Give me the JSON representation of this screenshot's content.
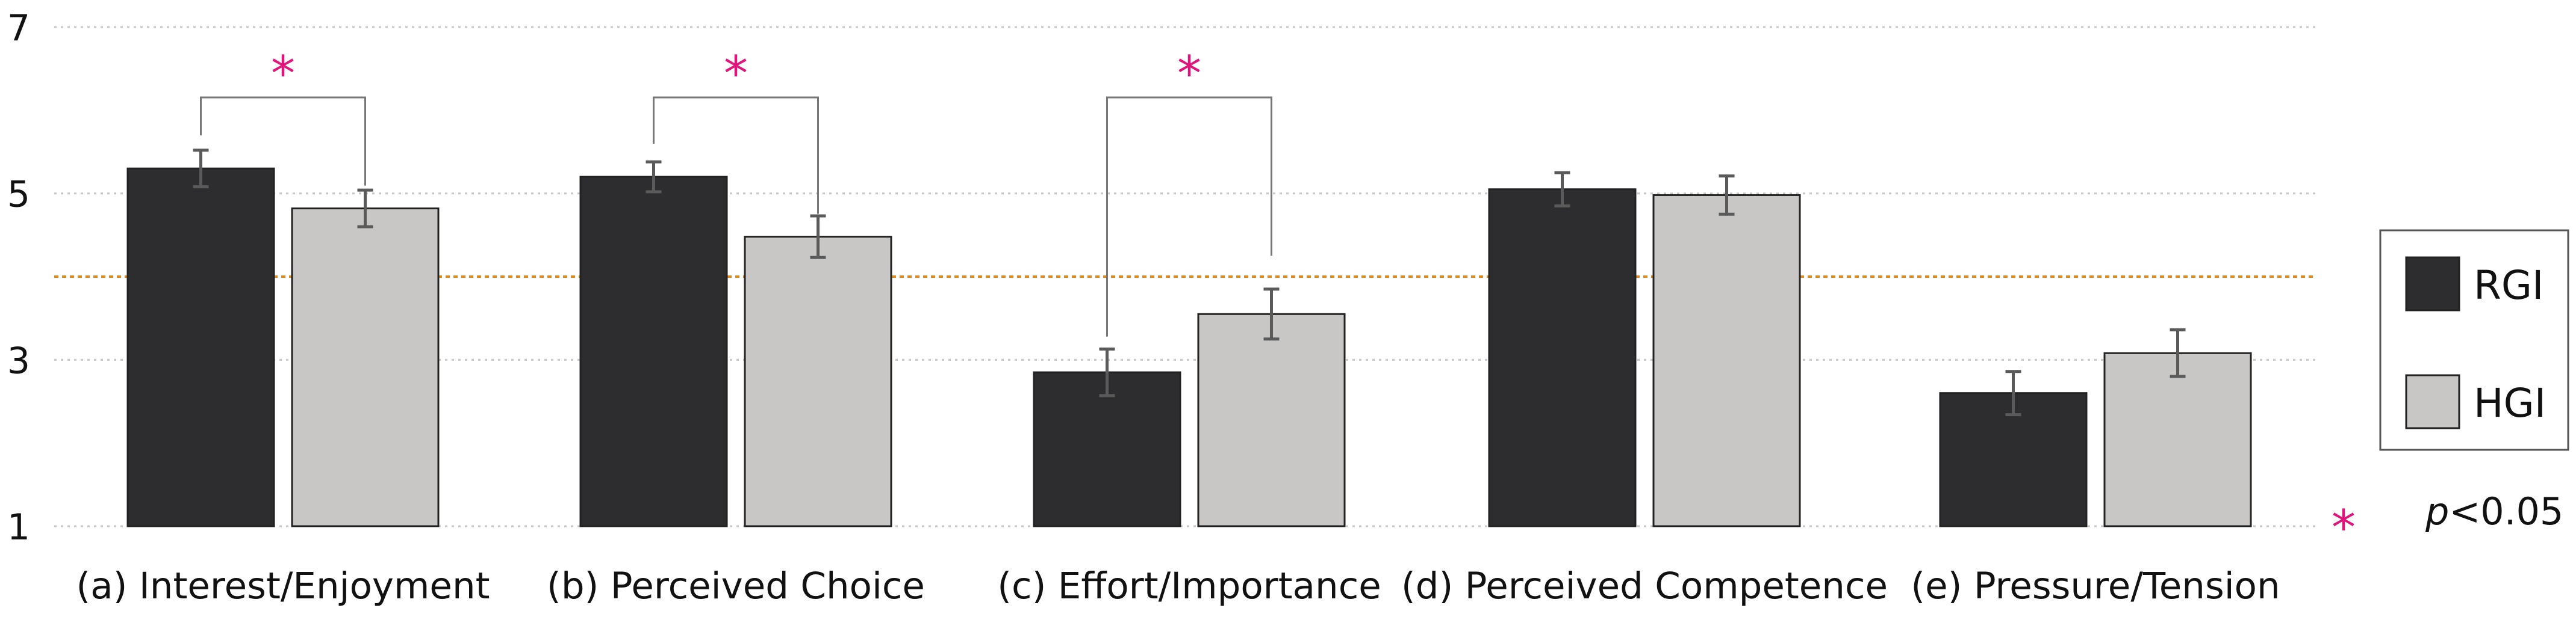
{
  "chart_data": {
    "type": "bar",
    "categories": [
      "(a) Interest/Enjoyment",
      "(b) Perceived Choice",
      "(c) Effort/Importance",
      "(d) Perceived Competence",
      "(e) Pressure/Tension"
    ],
    "series": [
      {
        "name": "RGI",
        "color": "#2d2d30",
        "values": [
          5.3,
          5.2,
          2.85,
          5.05,
          2.6
        ],
        "error": [
          0.22,
          0.18,
          0.28,
          0.2,
          0.26
        ]
      },
      {
        "name": "HGI",
        "color": "#c8c7c5",
        "values": [
          4.82,
          4.48,
          3.55,
          4.98,
          3.08
        ],
        "error": [
          0.22,
          0.25,
          0.3,
          0.23,
          0.28
        ]
      }
    ],
    "ylim": [
      1,
      7
    ],
    "yticks": [
      "1",
      "3",
      "5",
      "7"
    ],
    "grid": true,
    "reference_line": {
      "y": 4,
      "color": "#e38a1e"
    },
    "significance": [
      {
        "category_index": 0,
        "symbol": "*"
      },
      {
        "category_index": 1,
        "symbol": "*"
      },
      {
        "category_index": 2,
        "symbol": "*"
      }
    ],
    "legend": {
      "position": "right",
      "items": [
        "RGI",
        "HGI"
      ],
      "significance_symbol": "*",
      "significance_p": "p",
      "significance_text": "<0.05"
    },
    "colors": {
      "accent_star": "#e0147a",
      "grid": "#c8c8c8"
    }
  }
}
